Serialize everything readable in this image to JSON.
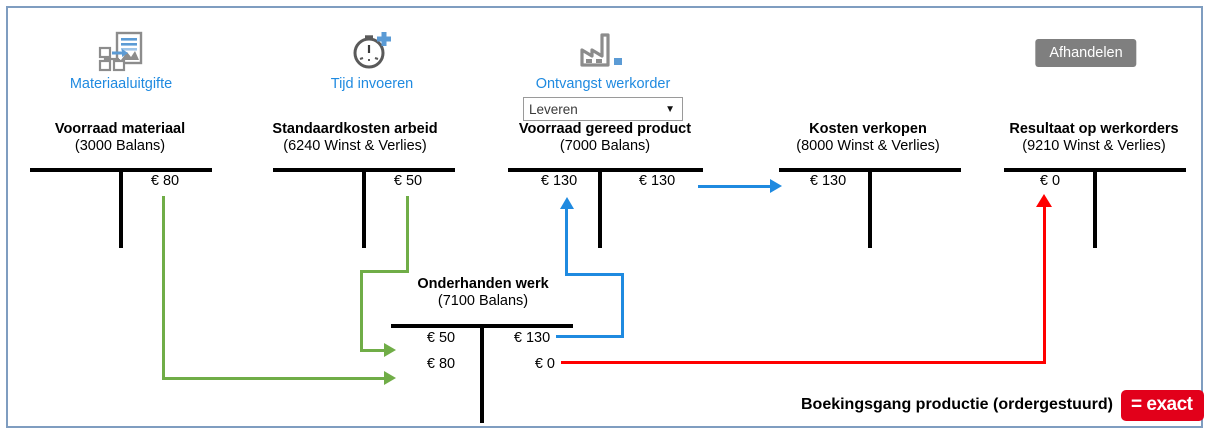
{
  "diagram": {
    "title": "Boekingsgang productie (ordergestuurd)",
    "brand": "= exact",
    "border_color": "#7f9dc0"
  },
  "actions": [
    {
      "icon": "material-issue-icon",
      "label": "Materiaaluitgifte"
    },
    {
      "icon": "stopwatch-plus-icon",
      "label": "Tijd invoeren"
    },
    {
      "icon": "factory-icon",
      "label": "Ontvangst werkorder"
    }
  ],
  "dropdown": {
    "name": "leveren-select",
    "value": "Leveren",
    "caret": "▼"
  },
  "afhandelen_button": {
    "label": "Afhandelen",
    "color": "#7f7f7f"
  },
  "accounts": [
    {
      "id": "voorraad-materiaal",
      "title": "Voorraad materiaal",
      "subtitle": "(3000 Balans)",
      "debit": [],
      "credit": [
        "€ 80"
      ]
    },
    {
      "id": "standaardkosten-arbeid",
      "title": "Standaardkosten arbeid",
      "subtitle": "(6240 Winst & Verlies)",
      "debit": [],
      "credit": [
        "€ 50"
      ]
    },
    {
      "id": "voorraad-gereed-product",
      "title": "Voorraad gereed product",
      "subtitle": "(7000 Balans)",
      "debit": [
        "€ 130"
      ],
      "credit": [
        "€ 130"
      ]
    },
    {
      "id": "kosten-verkopen",
      "title": "Kosten verkopen",
      "subtitle": "(8000 Winst & Verlies)",
      "debit": [
        "€ 130"
      ],
      "credit": []
    },
    {
      "id": "resultaat-op-werkorders",
      "title": "Resultaat op werkorders",
      "subtitle": "(9210 Winst & Verlies)",
      "debit": [
        "€ 0"
      ],
      "credit": []
    },
    {
      "id": "onderhanden-werk",
      "title": "Onderhanden werk",
      "subtitle": "(7100 Balans)",
      "debit": [
        "€ 50",
        "€ 80"
      ],
      "credit": [
        "€ 130",
        "€ 0"
      ]
    }
  ],
  "flows": [
    {
      "name": "materiaal-naar-ohw",
      "color": "#70ad47",
      "from": "Voorraad materiaal € 80",
      "to": "Onderhanden werk debet € 80"
    },
    {
      "name": "arbeid-naar-ohw",
      "color": "#70ad47",
      "from": "Standaardkosten arbeid € 50",
      "to": "Onderhanden werk debet € 50"
    },
    {
      "name": "ohw-naar-gereed-product",
      "color": "#1f8ae0",
      "from": "Onderhanden werk credit € 130",
      "to": "Voorraad gereed product debet € 130"
    },
    {
      "name": "gereed-product-naar-kosten-verkopen",
      "color": "#1f8ae0",
      "from": "Voorraad gereed product credit € 130",
      "to": "Kosten verkopen debet € 130"
    },
    {
      "name": "ohw-naar-resultaat",
      "color": "#ff0000",
      "from": "Onderhanden werk credit € 0",
      "to": "Resultaat op werkorders debet € 0"
    }
  ]
}
